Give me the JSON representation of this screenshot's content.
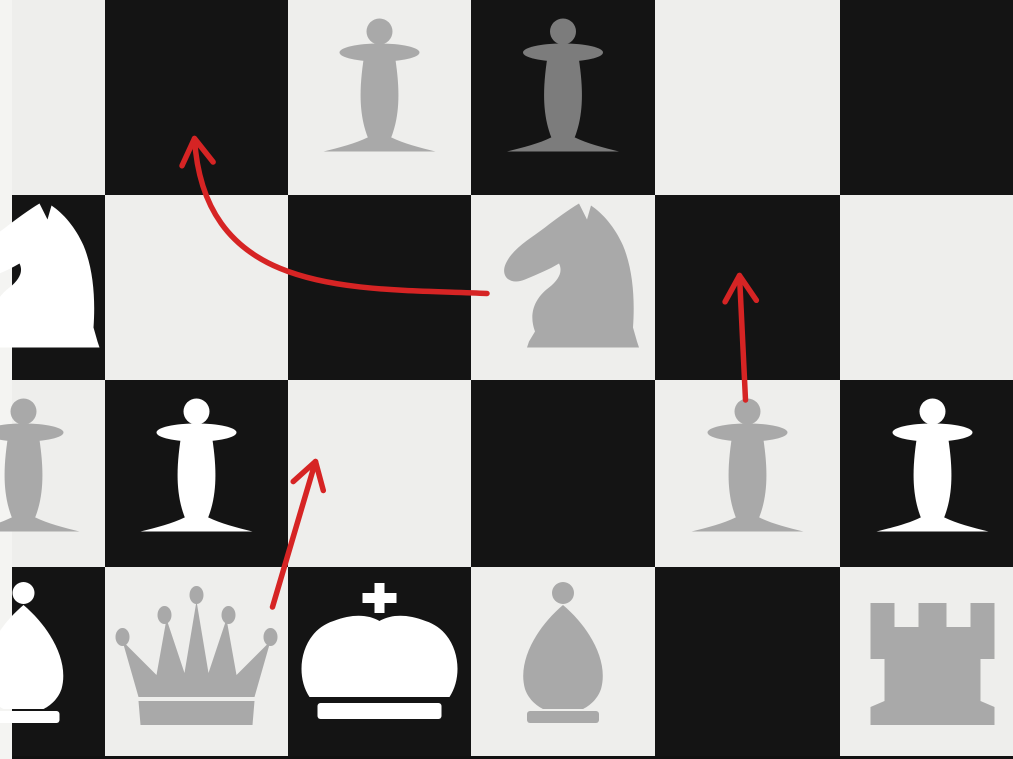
{
  "board": {
    "title": "",
    "light_square_color": "#eeeeec",
    "dark_square_color": "#141414",
    "piece_colors": {
      "grey": "#a9a9a9",
      "dark_grey": "#7c7c7c",
      "white": "#ffffff"
    },
    "arrow_color": "#d62424",
    "squares": [
      {
        "row": 0,
        "col": 0,
        "shade": "light",
        "piece": null
      },
      {
        "row": 0,
        "col": 1,
        "shade": "dark",
        "piece": null
      },
      {
        "row": 0,
        "col": 2,
        "shade": "light",
        "piece": {
          "kind": "pawn",
          "color": "grey"
        }
      },
      {
        "row": 0,
        "col": 3,
        "shade": "dark",
        "piece": {
          "kind": "pawn",
          "color": "dark_grey"
        }
      },
      {
        "row": 0,
        "col": 4,
        "shade": "light",
        "piece": null
      },
      {
        "row": 0,
        "col": 5,
        "shade": "dark",
        "piece": null
      },
      {
        "row": 1,
        "col": 0,
        "shade": "dark",
        "piece": {
          "kind": "knight",
          "color": "white",
          "partial": true
        }
      },
      {
        "row": 1,
        "col": 1,
        "shade": "light",
        "piece": null
      },
      {
        "row": 1,
        "col": 2,
        "shade": "dark",
        "piece": null
      },
      {
        "row": 1,
        "col": 3,
        "shade": "light",
        "piece": {
          "kind": "knight",
          "color": "grey"
        }
      },
      {
        "row": 1,
        "col": 4,
        "shade": "dark",
        "piece": null
      },
      {
        "row": 1,
        "col": 5,
        "shade": "light",
        "piece": null
      },
      {
        "row": 2,
        "col": 0,
        "shade": "light",
        "piece": {
          "kind": "pawn",
          "color": "grey",
          "partial": true
        }
      },
      {
        "row": 2,
        "col": 1,
        "shade": "dark",
        "piece": {
          "kind": "pawn",
          "color": "white"
        }
      },
      {
        "row": 2,
        "col": 2,
        "shade": "light",
        "piece": null
      },
      {
        "row": 2,
        "col": 3,
        "shade": "dark",
        "piece": null
      },
      {
        "row": 2,
        "col": 4,
        "shade": "light",
        "piece": {
          "kind": "pawn",
          "color": "grey"
        }
      },
      {
        "row": 2,
        "col": 5,
        "shade": "dark",
        "piece": {
          "kind": "pawn",
          "color": "white"
        }
      },
      {
        "row": 3,
        "col": 0,
        "shade": "dark",
        "piece": {
          "kind": "bishop",
          "color": "white",
          "partial": true
        }
      },
      {
        "row": 3,
        "col": 1,
        "shade": "light",
        "piece": {
          "kind": "queen",
          "color": "grey"
        }
      },
      {
        "row": 3,
        "col": 2,
        "shade": "dark",
        "piece": {
          "kind": "king",
          "color": "white"
        }
      },
      {
        "row": 3,
        "col": 3,
        "shade": "light",
        "piece": {
          "kind": "bishop",
          "color": "grey"
        }
      },
      {
        "row": 3,
        "col": 4,
        "shade": "dark",
        "piece": null
      },
      {
        "row": 3,
        "col": 5,
        "shade": "light",
        "piece": {
          "kind": "rook",
          "color": "grey"
        }
      }
    ],
    "arrows": [
      {
        "name": "knight-move-arrow",
        "from": {
          "row": 1,
          "col": 3
        },
        "to": {
          "row": 0,
          "col": 1
        },
        "style": "curved"
      },
      {
        "name": "pawn-advance-arrow",
        "from": {
          "row": 2,
          "col": 4
        },
        "to": {
          "row": 1,
          "col": 4
        },
        "style": "straight"
      },
      {
        "name": "queen-diagonal-arrow",
        "from": {
          "row": 3,
          "col": 1
        },
        "to": {
          "row": 2,
          "col": 2
        },
        "style": "straight"
      }
    ]
  }
}
